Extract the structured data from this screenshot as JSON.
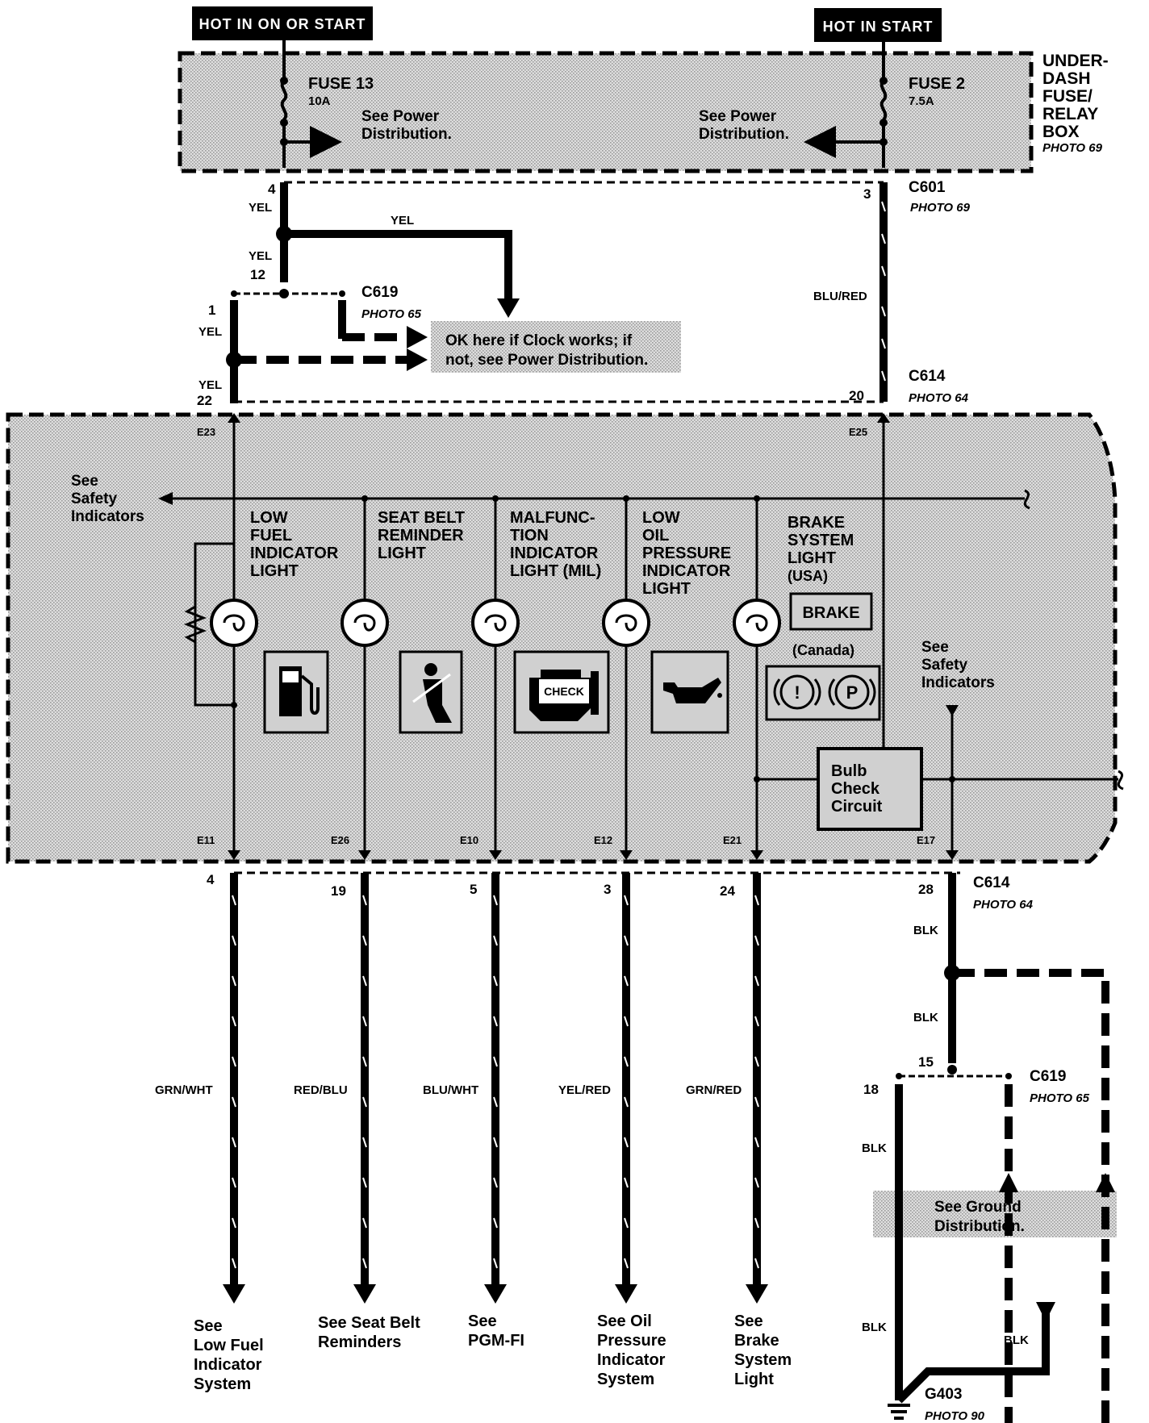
{
  "headers": {
    "left": "HOT IN ON OR START",
    "right": "HOT IN START"
  },
  "fuse_box": {
    "name": [
      "UNDER-",
      "DASH",
      "FUSE/",
      "RELAY",
      "BOX"
    ],
    "photo": "PHOTO 69",
    "fuse13": {
      "name": "FUSE 13",
      "rating": "10A",
      "note": [
        "See Power",
        "Distribution."
      ]
    },
    "fuse2": {
      "name": "FUSE 2",
      "rating": "7.5A",
      "note": [
        "See Power",
        "Distribution."
      ]
    }
  },
  "connectors": {
    "c601": {
      "name": "C601",
      "photo": "PHOTO 69"
    },
    "c619_top": {
      "name": "C619",
      "photo": "PHOTO 65"
    },
    "c614_top": {
      "name": "C614",
      "photo": "PHOTO 64"
    },
    "c614_bottom": {
      "name": "C614",
      "photo": "PHOTO 64"
    },
    "c619_bottom": {
      "name": "C619",
      "photo": "PHOTO 65"
    },
    "g403": {
      "name": "G403",
      "photo": "PHOTO 90"
    }
  },
  "pins": {
    "p4": "4",
    "p3": "3",
    "p12": "12",
    "p1": "1",
    "p22": "22",
    "p20": "20",
    "b4": "4",
    "b19": "19",
    "b5": "5",
    "b3": "3",
    "b24": "24",
    "b28": "28",
    "p15": "15",
    "p18": "18"
  },
  "terminals": {
    "e23": "E23",
    "e25": "E25",
    "e11": "E11",
    "e26": "E26",
    "e10": "E10",
    "e12": "E12",
    "e21": "E21",
    "e17": "E17"
  },
  "wires": {
    "yel": "YEL",
    "blu_red": "BLU/RED",
    "grn_wht": "GRN/WHT",
    "red_blu": "RED/BLU",
    "blu_wht": "BLU/WHT",
    "yel_red": "YEL/RED",
    "grn_red": "GRN/RED",
    "blk": "BLK"
  },
  "clock_note": [
    "OK here if Clock works; if",
    "not, see Power Distribution."
  ],
  "safety_left": [
    "See",
    "Safety",
    "Indicators"
  ],
  "safety_right": [
    "See",
    "Safety",
    "Indicators"
  ],
  "lights": {
    "low_fuel": [
      "LOW",
      "FUEL",
      "INDICATOR",
      "LIGHT"
    ],
    "seat_belt": [
      "SEAT BELT",
      "REMINDER",
      "LIGHT"
    ],
    "mil": [
      "MALFUNC-",
      "TION",
      "INDICATOR",
      "LIGHT (MIL)"
    ],
    "oil": [
      "LOW",
      "OIL",
      "PRESSURE",
      "INDICATOR",
      "LIGHT"
    ],
    "brake": [
      "BRAKE",
      "SYSTEM",
      "LIGHT",
      "(USA)"
    ]
  },
  "brake_box": "BRAKE",
  "canada": "(Canada)",
  "check_label": "CHECK",
  "brake_symbols": {
    "exclaim": "!",
    "p": "P"
  },
  "bulb_check": [
    "Bulb",
    "Check",
    "Circuit"
  ],
  "ground_note": [
    "See Ground",
    "Distribution."
  ],
  "destinations": {
    "low_fuel": [
      "See",
      "Low Fuel",
      "Indicator",
      "System"
    ],
    "seat_belt": [
      "See Seat Belt",
      "Reminders"
    ],
    "pgm": [
      "See",
      "PGM-FI"
    ],
    "oil": [
      "See Oil",
      "Pressure",
      "Indicator",
      "System"
    ],
    "brake": [
      "See",
      "Brake",
      "System",
      "Light"
    ]
  },
  "colors": {
    "ink": "#000000",
    "panel": "#d9d9d9",
    "header_bg": "#000000"
  }
}
